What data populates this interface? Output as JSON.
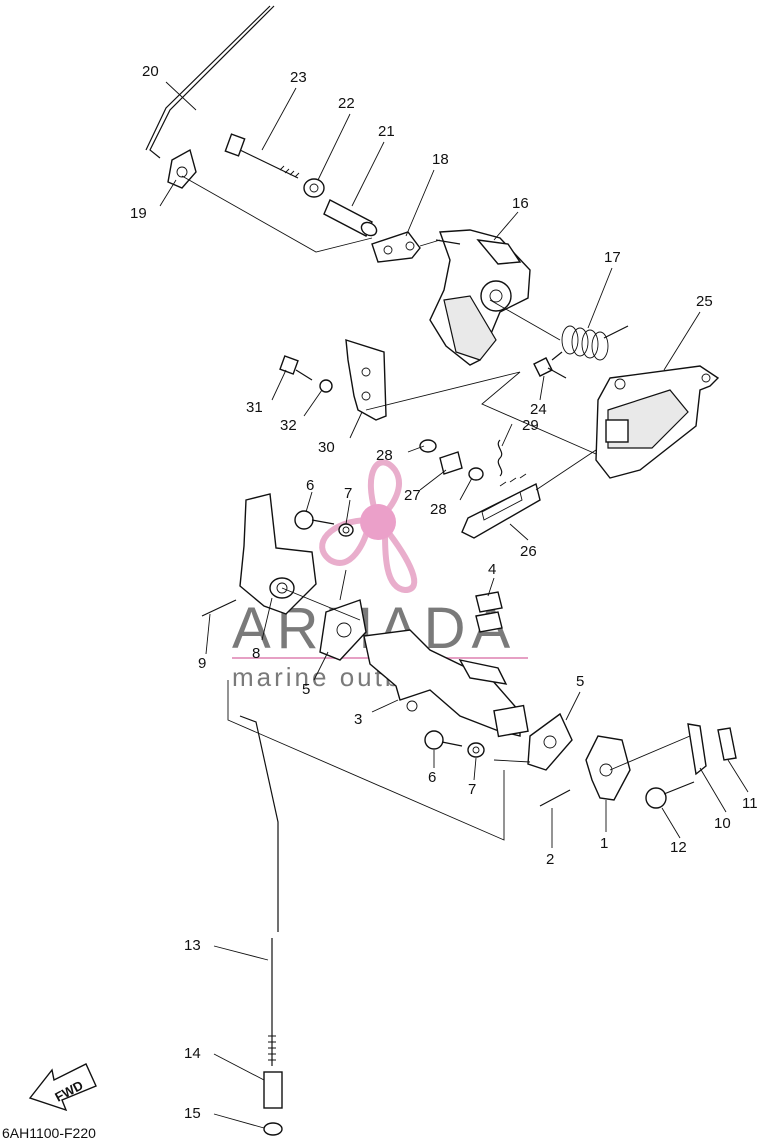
{
  "diagram_code": "6AH1100-F220",
  "direction_label": "FWD",
  "watermark": {
    "brand": "ARMADA",
    "tagline": "marine outboards",
    "colors": {
      "text": "#7a7a7a",
      "logo": "#e6a0c4",
      "logo_center": "#e890c0"
    }
  },
  "callouts": {
    "c1": "1",
    "c2": "2",
    "c3": "3",
    "c4": "4",
    "c5a": "5",
    "c5b": "5",
    "c6a": "6",
    "c6b": "6",
    "c7a": "7",
    "c7b": "7",
    "c8": "8",
    "c9": "9",
    "c10": "10",
    "c11": "11",
    "c12": "12",
    "c13": "13",
    "c14": "14",
    "c15": "15",
    "c16": "16",
    "c17": "17",
    "c18": "18",
    "c19": "19",
    "c20": "20",
    "c21": "21",
    "c22": "22",
    "c23": "23",
    "c24": "24",
    "c25": "25",
    "c26": "26",
    "c27": "27",
    "c28a": "28",
    "c28b": "28",
    "c29": "29",
    "c30": "30",
    "c31": "31",
    "c32": "32"
  }
}
